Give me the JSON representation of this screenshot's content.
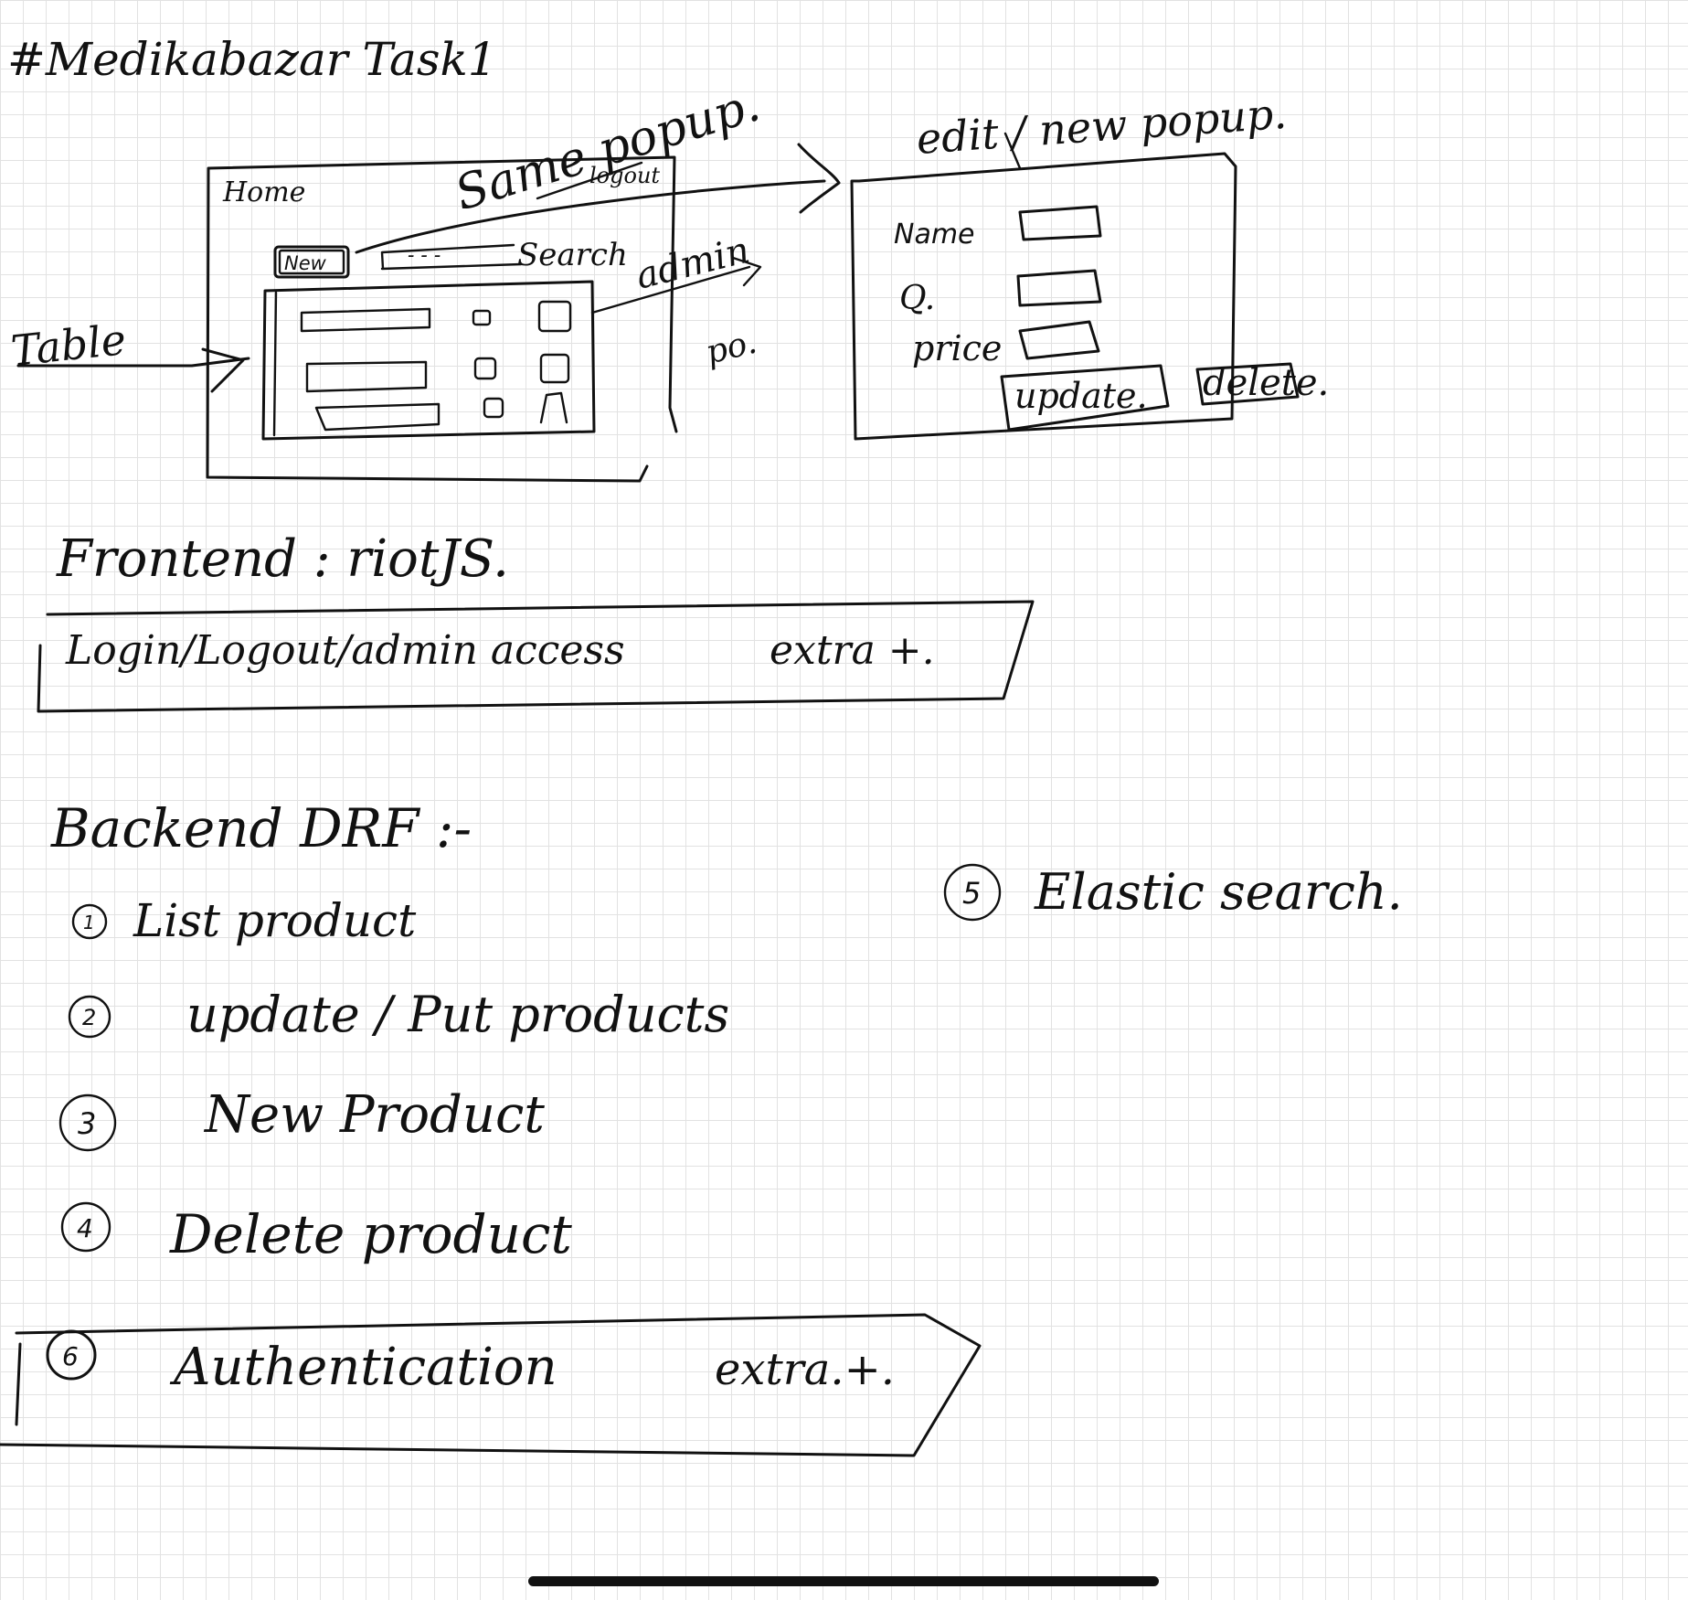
{
  "page": {
    "title": "#Medikabazar Task1"
  },
  "home_wireframe": {
    "home_label": "Home",
    "logout_label": "logout",
    "new_button_label": "New",
    "search_dots": "- - -",
    "search_label": "Search"
  },
  "annotations": {
    "same_popup": "Same popup.",
    "table": "Table",
    "admin": "admin",
    "po": "po."
  },
  "edit_popup": {
    "title": "edit / new popup.",
    "field_name_label": "Name",
    "field_q_label": "Q.",
    "field_price_label": "price",
    "update_button_label": "update.",
    "delete_button_label": "delete."
  },
  "frontend": {
    "heading": "Frontend : riotJS.",
    "extra_box_text": "Login/Logout/admin access",
    "extra_box_tag": "extra +."
  },
  "backend": {
    "heading": "Backend DRF :-",
    "items": [
      {
        "number": "1",
        "text": "List product"
      },
      {
        "number": "2",
        "text": "update / Put products"
      },
      {
        "number": "3",
        "text": "New Product"
      },
      {
        "number": "4",
        "text": "Delete product"
      }
    ],
    "item5": {
      "number": "5",
      "text": "Elastic search."
    },
    "item6": {
      "number": "6",
      "text": "Authentication",
      "tag": "extra.+."
    }
  }
}
